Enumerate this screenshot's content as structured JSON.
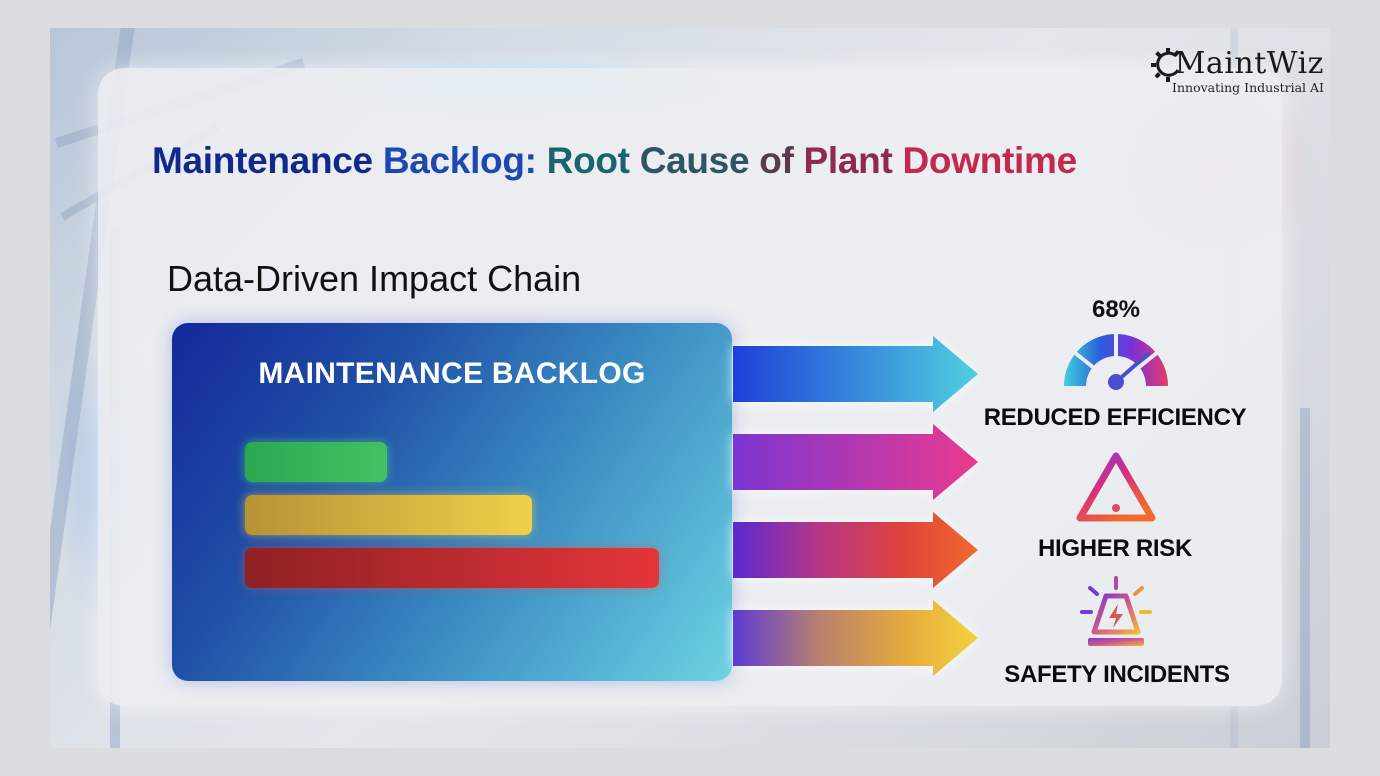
{
  "logo": {
    "name": "MaintWiz",
    "tagline": "Innovating Industrial AI",
    "icon": "gear-icon"
  },
  "title": {
    "parts": [
      "Maintenance",
      "Backlog:",
      "Root",
      "Cause",
      "of",
      "Plant",
      "Downtime"
    ],
    "full": "Maintenance Backlog: Root Cause of Plant Downtime",
    "colors": [
      "#12298a",
      "#1d48b0",
      "#17656f",
      "#2e5560",
      "#5a3a4e",
      "#8e2a4c",
      "#c2294c"
    ]
  },
  "subtitle": "Data-Driven Impact Chain",
  "backlog_panel": {
    "header": "MAINTENANCE BACKLOG",
    "bars": [
      {
        "color": "green",
        "relative_length": 0.34,
        "hex": "#3bb85c"
      },
      {
        "color": "yellow",
        "relative_length": 0.69,
        "hex": "#e8c545"
      },
      {
        "color": "red",
        "relative_length": 1.0,
        "hex": "#d8302f"
      }
    ]
  },
  "arrows": [
    {
      "from": "#1e40d8",
      "to": "#4fd0e0"
    },
    {
      "from": "#7b35d2",
      "to": "#ea3a8e"
    },
    {
      "from": "#5a2ad0",
      "to": "#ef6a2e"
    },
    {
      "from": "#5b3bd6",
      "to": "#f4d23e"
    }
  ],
  "impacts": [
    {
      "label": "REDUCED EFFICIENCY",
      "icon": "gauge-icon",
      "value": "68%"
    },
    {
      "label": "HIGHER RISK",
      "icon": "warning-triangle-icon"
    },
    {
      "label": "SAFETY INCIDENTS",
      "icon": "alarm-beacon-icon"
    }
  ]
}
